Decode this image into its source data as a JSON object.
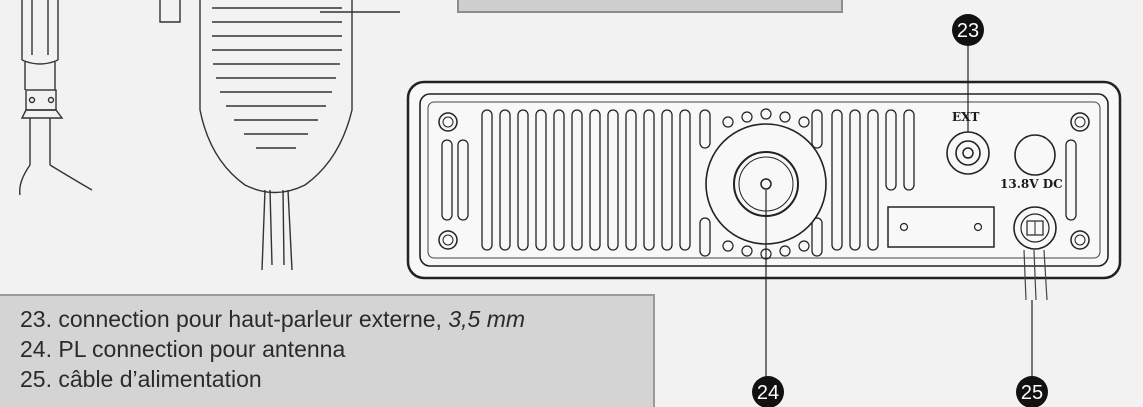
{
  "callouts": {
    "c23": "23",
    "c24": "24",
    "c25": "25"
  },
  "panel_labels": {
    "ext": "EXT",
    "power": "13.8V DC"
  },
  "legend": {
    "line1_main": "23. connection pour haut-parleur externe, ",
    "line1_em": "3,5 mm",
    "line2": "24. PL connection pour antenna",
    "line3": "25. câble d’alimentation"
  }
}
